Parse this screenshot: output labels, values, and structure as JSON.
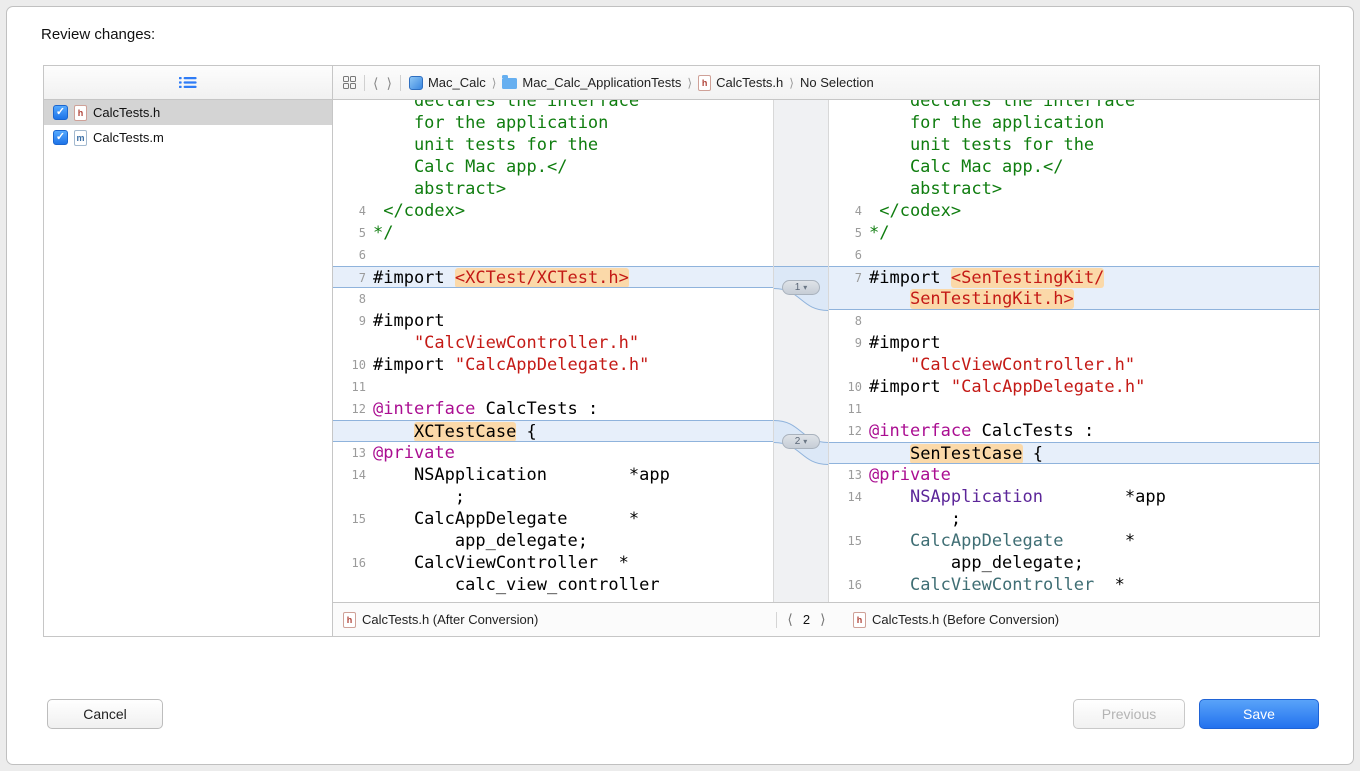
{
  "dialog": {
    "title": "Review changes:",
    "buttons": {
      "cancel": "Cancel",
      "previous": "Previous",
      "save": "Save"
    }
  },
  "sidebar": {
    "files": [
      {
        "name": "CalcTests.h",
        "type": "h",
        "checked": true,
        "selected": true
      },
      {
        "name": "CalcTests.m",
        "type": "m",
        "checked": true,
        "selected": false
      }
    ]
  },
  "jumpbar": {
    "icons": [
      "related-items-grid-icon",
      "chevron-left-icon",
      "chevron-right-icon"
    ],
    "crumbs": [
      {
        "icon": "project",
        "label": "Mac_Calc"
      },
      {
        "icon": "folder",
        "label": "Mac_Calc_ApplicationTests"
      },
      {
        "icon": "file",
        "icon_letter": "h",
        "label": "CalcTests.h"
      },
      {
        "icon": "none",
        "label": "No Selection"
      }
    ]
  },
  "diff": {
    "badges": [
      {
        "label": "1"
      },
      {
        "label": "2"
      }
    ],
    "left_rows": [
      {
        "num": "",
        "seg": [
          [
            "c",
            "    declares the interface"
          ]
        ]
      },
      {
        "num": "",
        "seg": [
          [
            "c",
            "    for the application"
          ]
        ]
      },
      {
        "num": "",
        "seg": [
          [
            "c",
            "    unit tests for the"
          ]
        ]
      },
      {
        "num": "",
        "seg": [
          [
            "c",
            "    Calc Mac app.</"
          ]
        ]
      },
      {
        "num": "",
        "seg": [
          [
            "c",
            "    abstract>"
          ]
        ]
      },
      {
        "num": "4",
        "seg": [
          [
            "c",
            " </codex>"
          ]
        ]
      },
      {
        "num": "5",
        "seg": [
          [
            "c",
            "*/"
          ]
        ]
      },
      {
        "num": "6",
        "seg": []
      },
      {
        "num": "7",
        "band": "both",
        "seg": [
          [
            "p",
            "#import "
          ],
          [
            "s hl",
            "<XCTest/XCTest.h>"
          ]
        ]
      },
      {
        "num": "8",
        "seg": []
      },
      {
        "num": "9",
        "seg": [
          [
            "p",
            "#import"
          ]
        ]
      },
      {
        "num": "",
        "seg": [
          [
            "s",
            "    \"CalcViewController.h\""
          ]
        ]
      },
      {
        "num": "10",
        "seg": [
          [
            "p",
            "#import "
          ],
          [
            "s",
            "\"CalcAppDelegate.h\""
          ]
        ]
      },
      {
        "num": "11",
        "seg": []
      },
      {
        "num": "12",
        "seg": [
          [
            "k",
            "@interface"
          ],
          [
            "p",
            " CalcTests :"
          ]
        ]
      },
      {
        "num": "",
        "band": "both",
        "seg": [
          [
            "p",
            "    "
          ],
          [
            "hl",
            "XCTestCase"
          ],
          [
            "p",
            " {"
          ]
        ]
      },
      {
        "num": "13",
        "seg": [
          [
            "k",
            "@private"
          ]
        ]
      },
      {
        "num": "14",
        "seg": [
          [
            "p",
            "    NSApplication        *app"
          ]
        ]
      },
      {
        "num": "",
        "seg": [
          [
            "p",
            "        ;"
          ]
        ]
      },
      {
        "num": "15",
        "seg": [
          [
            "p",
            "    CalcAppDelegate      *"
          ]
        ]
      },
      {
        "num": "",
        "seg": [
          [
            "p",
            "        app_delegate;"
          ]
        ]
      },
      {
        "num": "16",
        "seg": [
          [
            "p",
            "    CalcViewController  *"
          ]
        ]
      },
      {
        "num": "",
        "seg": [
          [
            "p",
            "        calc_view_controller"
          ]
        ]
      }
    ],
    "right_rows": [
      {
        "num": "",
        "seg": [
          [
            "c",
            "    declares the interface"
          ]
        ]
      },
      {
        "num": "",
        "seg": [
          [
            "c",
            "    for the application"
          ]
        ]
      },
      {
        "num": "",
        "seg": [
          [
            "c",
            "    unit tests for the"
          ]
        ]
      },
      {
        "num": "",
        "seg": [
          [
            "c",
            "    Calc Mac app.</"
          ]
        ]
      },
      {
        "num": "",
        "seg": [
          [
            "c",
            "    abstract>"
          ]
        ]
      },
      {
        "num": "4",
        "seg": [
          [
            "c",
            " </codex>"
          ]
        ]
      },
      {
        "num": "5",
        "seg": [
          [
            "c",
            "*/"
          ]
        ]
      },
      {
        "num": "6",
        "seg": []
      },
      {
        "num": "7",
        "band": "start",
        "seg": [
          [
            "p",
            "#import "
          ],
          [
            "s hl",
            "<SenTestingKit/"
          ]
        ]
      },
      {
        "num": "",
        "band": "end",
        "seg": [
          [
            "p",
            "    "
          ],
          [
            "s hl",
            "SenTestingKit.h>"
          ]
        ]
      },
      {
        "num": "8",
        "seg": []
      },
      {
        "num": "9",
        "seg": [
          [
            "p",
            "#import"
          ]
        ]
      },
      {
        "num": "",
        "seg": [
          [
            "s",
            "    \"CalcViewController.h\""
          ]
        ]
      },
      {
        "num": "10",
        "seg": [
          [
            "p",
            "#import "
          ],
          [
            "s",
            "\"CalcAppDelegate.h\""
          ]
        ]
      },
      {
        "num": "11",
        "seg": []
      },
      {
        "num": "12",
        "seg": [
          [
            "k",
            "@interface"
          ],
          [
            "p",
            " CalcTests :"
          ]
        ]
      },
      {
        "num": "",
        "band": "both",
        "seg": [
          [
            "p",
            "    "
          ],
          [
            "hl",
            "SenTestCase"
          ],
          [
            "p",
            " {"
          ]
        ]
      },
      {
        "num": "13",
        "seg": [
          [
            "k",
            "@private"
          ]
        ]
      },
      {
        "num": "14",
        "seg": [
          [
            "p",
            "    "
          ],
          [
            "u",
            "NSApplication"
          ],
          [
            "p",
            "        *app"
          ]
        ]
      },
      {
        "num": "",
        "seg": [
          [
            "p",
            "        ;"
          ]
        ]
      },
      {
        "num": "15",
        "seg": [
          [
            "p",
            "    "
          ],
          [
            "t",
            "CalcAppDelegate"
          ],
          [
            "p",
            "      *"
          ]
        ]
      },
      {
        "num": "",
        "seg": [
          [
            "p",
            "        app_delegate;"
          ]
        ]
      },
      {
        "num": "16",
        "seg": [
          [
            "p",
            "    "
          ],
          [
            "t",
            "CalcViewController"
          ],
          [
            "p",
            "  *"
          ]
        ]
      }
    ]
  },
  "statusbar": {
    "left_icon_letter": "h",
    "left_file": "CalcTests.h (After Conversion)",
    "counter": "2",
    "right_icon_letter": "h",
    "right_file": "CalcTests.h (Before Conversion)"
  },
  "colors": {
    "comment": "#0f7d0f",
    "string": "#c41a16",
    "keyword": "#aa0d91",
    "system_type": "#5c2699",
    "project_type": "#3f6e74",
    "diff_band": "#e7effa",
    "diff_token_highlight": "#fbd9a9",
    "diff_edge": "#8fb3dc",
    "save_button_blue": "#2372ee",
    "checkbox_blue": "#1e74e8"
  }
}
